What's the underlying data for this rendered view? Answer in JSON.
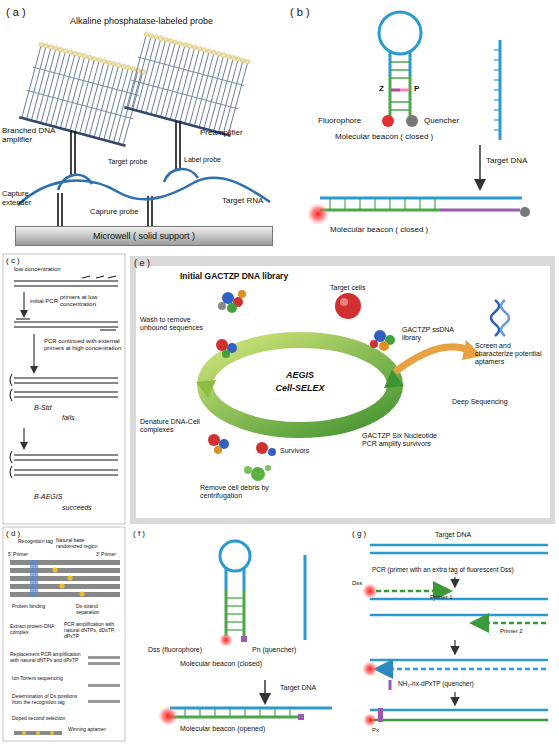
{
  "diagram": {
    "nodes": [
      {
        "text": [
          "Microwell ( solid support )"
        ]
      }
    ],
    "labels": [
      "( a )",
      "Alkaline phosphatase-labeled probe",
      "Branched DNA amplifier",
      "Preamplifier",
      "Target probe",
      "Label probe",
      "Target RNA",
      "Capture extender",
      "Caprure probe",
      "( b )",
      "Z",
      "P",
      "Fluorophore",
      "Quencher",
      "Molecular beacon ( closed )",
      "Target DNA",
      "Molecular beacon ( closed )",
      "( c )",
      "low concentration",
      "initial PCR",
      "primers at low concentration",
      "PCR continued with external primers at high concentration",
      "B-Std",
      "fails",
      "B-AEGIS",
      "succeeds",
      "( e )",
      "Initial GACTZP DNA library",
      "Target cells",
      "GACTZP ssDNA library",
      "Wash to remove unbound sequences",
      "AEGIS",
      "Cell-SELEX",
      "Screen and characterize potential aptamers",
      "Deep Sequencing",
      "Denature DNA-Cell complexes",
      "GACTZP Six Nucleotide PCR amplify survivors",
      "Survivors",
      "Remove cell debris by centrifugation",
      "( d )",
      "Recognition tag",
      "Natural base randomized region",
      "5' Primer",
      "3' Primer",
      "Protein binding",
      "Ds-strand separation",
      "Extract protein-DNA complex",
      "PCR amplification with natural dNTPs, dDsTP, dPxTP",
      "Replacement PCR amplification with natural dNTPs and dPxTP",
      "Ion Torrent sequencing",
      "Determination of Ds positions from the recognition tag",
      "Doped second selection",
      "Winning aptamer",
      "( f )",
      "Dss (fluorophore)",
      "Pn (quencher)",
      "Molecular beacon (closed)",
      "Target DNA",
      "Molecular beacon (opened)",
      "( g )",
      "Target DNA",
      "PCR (primer with an extra tag of fluorescent Dss)",
      "Dss",
      "Primer 1",
      "Primer 2",
      "NH₂-hx-dPxTP (quencher)",
      "Px"
    ]
  }
}
